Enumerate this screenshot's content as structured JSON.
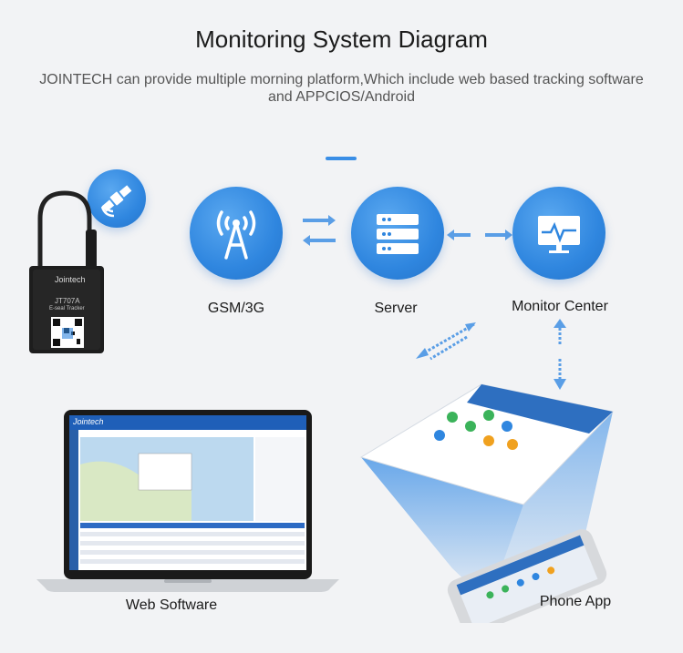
{
  "header": {
    "title": "Monitoring System Diagram",
    "subtitle": "JOINTECH can provide multiple morning platform,Which include web based tracking software and APPCIOS/Android"
  },
  "nodes": {
    "gsm": {
      "label": "GSM/3G",
      "icon": "cell-tower-icon"
    },
    "server": {
      "label": "Server",
      "icon": "server-icon"
    },
    "monitor": {
      "label": "Monitor Center",
      "icon": "monitor-icon"
    },
    "web": {
      "label": "Web Software"
    },
    "phone": {
      "label": "Phone App"
    }
  },
  "device": {
    "brand": "Jointech",
    "model": "JT707A",
    "type": "E-seal Tracker"
  },
  "laptop": {
    "brand": "Jointech"
  },
  "colors": {
    "accent": "#3a8ee6",
    "circle": "#2f86df",
    "background": "#f2f3f5"
  }
}
